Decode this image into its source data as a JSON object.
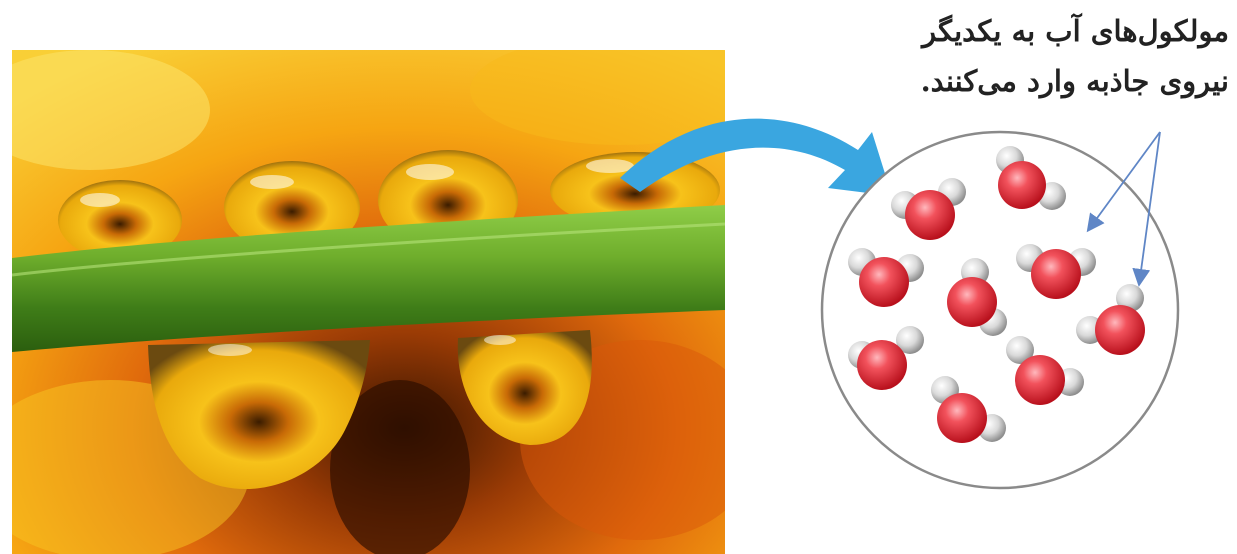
{
  "caption": {
    "line1": "مولکول‌های آب به یکدیگر",
    "line2": "نیروی جاذبه وارد می‌کنند."
  },
  "colors": {
    "oxygen": "#e8303c",
    "hydrogen": "#d9d9d9",
    "stem": "#6fae2c",
    "arrow": "#3aa6e0",
    "pointer_lines": "#5f86c6"
  },
  "illustration": {
    "left": "water-droplets-on-stem-photo",
    "right": "water-molecules-circle"
  }
}
